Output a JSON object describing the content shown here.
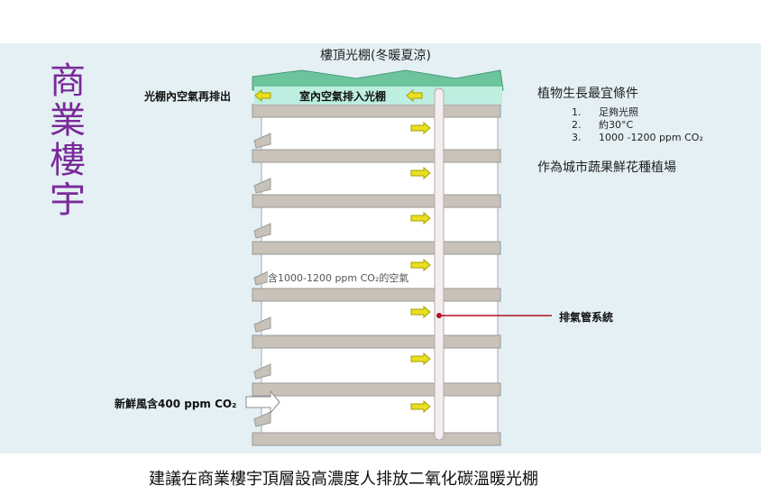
{
  "title_vertical": "商業樓宇",
  "roof_label": "樓頂光棚(冬暖夏涼)",
  "labels": {
    "exhaust_out": "光棚內空氣再排出",
    "indoor_in": "室內空氣排入光棚",
    "co2_air": "含1000-1200 ppm CO₂的空氣",
    "exhaust_system": "排氣管系統",
    "fresh_air": "新鮮風含400 ppm CO₂"
  },
  "conditions": {
    "heading": "植物生長最宜條件",
    "items": [
      {
        "n": "1.",
        "text": "足夠光照"
      },
      {
        "n": "2.",
        "text": "約30°C"
      },
      {
        "n": "3.",
        "text": "1000 -1200 ppm CO₂"
      }
    ],
    "footer": "作為城市蔬果鮮花種植場"
  },
  "caption": "建議在商業樓宇頂層設高濃度人排放二氧化碳溫暖光棚",
  "colors": {
    "title": "#7a2a9a",
    "roof": "#6cc49c",
    "slab": "#c8c2b8",
    "arrow": "#e8e020",
    "pipe_dot": "#b01020"
  }
}
